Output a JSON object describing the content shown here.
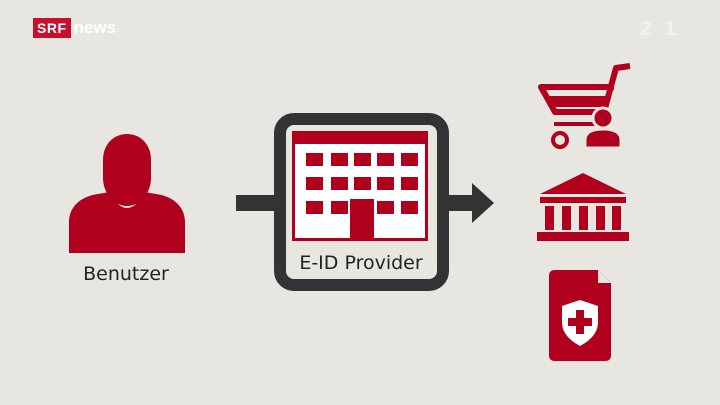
{
  "header": {
    "brand": "SRF",
    "brand_suffix": "news",
    "watermark": "2 1"
  },
  "diagram": {
    "nodes": [
      {
        "id": "user",
        "label": "Benutzer",
        "icon": "user-icon"
      },
      {
        "id": "provider",
        "label": "E-ID Provider",
        "icon": "building-icon"
      },
      {
        "id": "shop",
        "label": "",
        "icon": "shopping-cart-user-icon"
      },
      {
        "id": "bank",
        "label": "",
        "icon": "bank-icon"
      },
      {
        "id": "document",
        "label": "",
        "icon": "swiss-document-icon"
      }
    ],
    "edges": [
      {
        "from": "user",
        "to": "provider"
      },
      {
        "from": "provider",
        "to": "services"
      }
    ]
  },
  "colors": {
    "accent": "#b0001e",
    "dark": "#333333",
    "background": "#e8e6e1"
  }
}
